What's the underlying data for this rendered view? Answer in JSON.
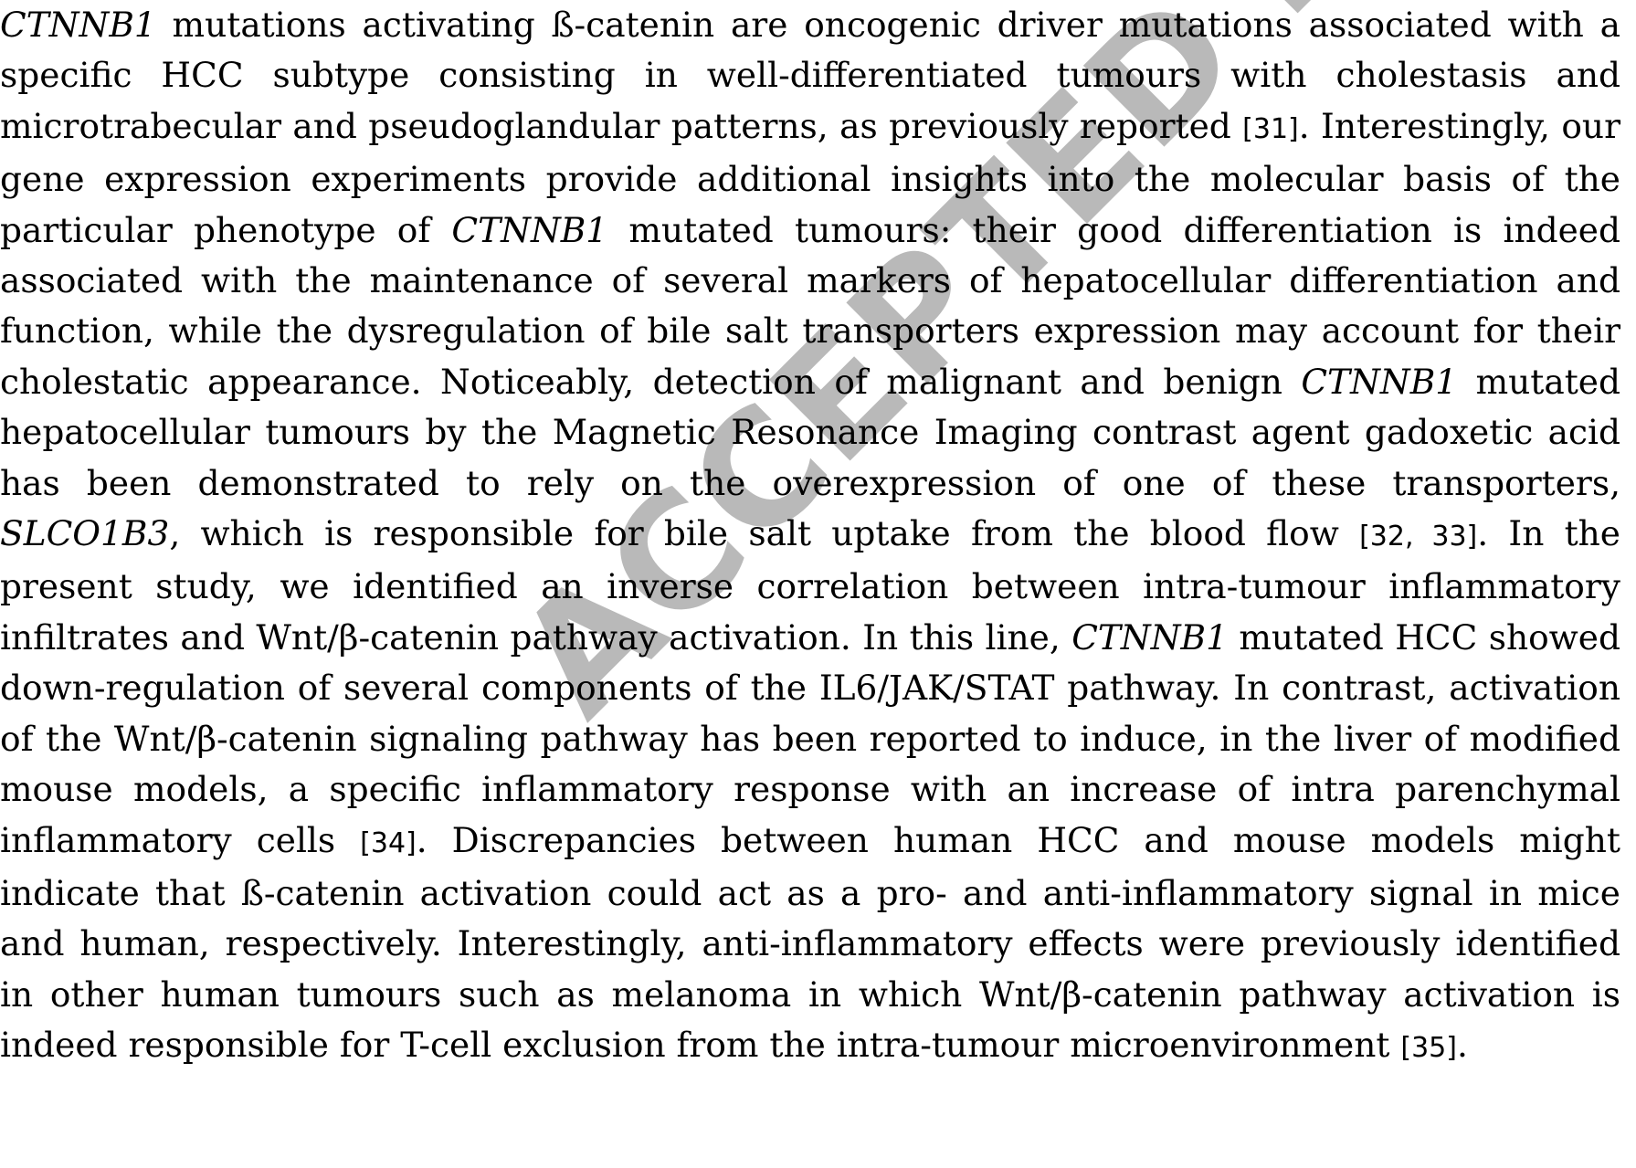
{
  "watermark": {
    "text": "ACCEPTED MANUSCRIPT",
    "color": "#b9b9b9"
  },
  "paragraph": {
    "seg01": "CTNNB1",
    "seg02": " mutations activating ß-catenin are oncogenic driver mutations associated with a specific HCC subtype consisting in well-differentiated tumours with cholestasis and microtrabecular and pseudoglandular patterns, as previously reported ",
    "ref01": "[31]",
    "seg03": ". Interestingly, our gene expression experiments provide additional insights into the molecular basis of the particular phenotype of ",
    "seg04": "CTNNB1",
    "seg05": " mutated tumours: their good differentiation is indeed associated with the maintenance of several markers of hepatocellular differentiation and function, while the dysregulation of bile salt transporters expression may account for their cholestatic appearance. Noticeably, detection of malignant and benign ",
    "seg06": "CTNNB1",
    "seg07": " mutated hepatocellular tumours by the Magnetic Resonance Imaging contrast agent gadoxetic acid has been demonstrated to rely on the overexpression of one of these transporters, ",
    "seg08": "SLCO1B3",
    "seg09": ", which is responsible for bile salt uptake from the blood flow ",
    "ref02": "[32, 33]",
    "seg10": ". In the present study, we identified an inverse correlation between intra-tumour inflammatory infiltrates and Wnt/β-catenin pathway activation. In this line, ",
    "seg11": "CTNNB1",
    "seg12": " mutated HCC showed down-regulation of several components of the IL6/JAK/STAT pathway. In contrast, activation of the Wnt/β-catenin signaling pathway has been reported to induce, in the liver of modified mouse models, a specific inflammatory response with an increase of intra parenchymal inflammatory cells ",
    "ref03": "[34]",
    "seg13": ". Discrepancies between human HCC and mouse models might indicate that ß-catenin activation could act as a pro- and anti-inflammatory signal in mice and human, respectively. Interestingly, anti-inflammatory effects were previously identified in other human tumours such as melanoma in which Wnt/β-catenin pathway activation is indeed responsible for T-cell exclusion from the intra-tumour microenvironment ",
    "ref04": "[35]",
    "seg14": "."
  }
}
